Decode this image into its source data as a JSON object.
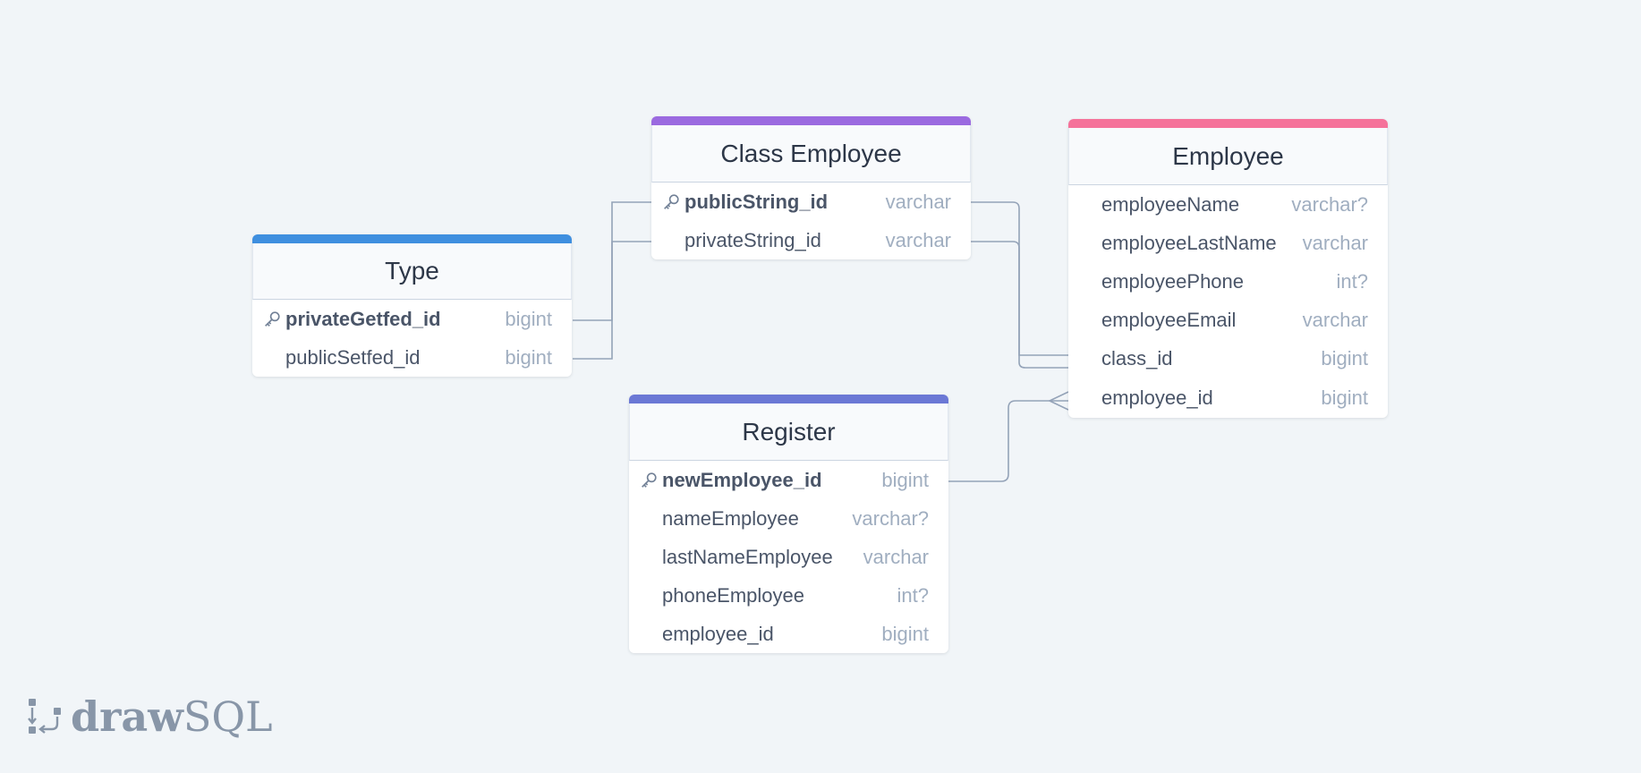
{
  "colors": {
    "background": "#f1f5f8",
    "connector": "#94a3b8",
    "type_accent": "#3f8fdf",
    "class_employee_accent": "#9b6ae0",
    "employee_accent": "#f5729a",
    "register_accent": "#6b78d5"
  },
  "tables": {
    "type": {
      "title": "Type",
      "columns": [
        {
          "name": "privateGetfed_id",
          "type": "bigint",
          "primary": true
        },
        {
          "name": "publicSetfed_id",
          "type": "bigint",
          "primary": false
        }
      ]
    },
    "class_employee": {
      "title": "Class Employee",
      "columns": [
        {
          "name": "publicString_id",
          "type": "varchar",
          "primary": true
        },
        {
          "name": "privateString_id",
          "type": "varchar",
          "primary": false
        }
      ]
    },
    "employee": {
      "title": "Employee",
      "columns": [
        {
          "name": "employeeName",
          "type": "varchar?",
          "primary": false
        },
        {
          "name": "employeeLastName",
          "type": "varchar",
          "primary": false
        },
        {
          "name": "employeePhone",
          "type": "int?",
          "primary": false
        },
        {
          "name": "employeeEmail",
          "type": "varchar",
          "primary": false
        },
        {
          "name": "class_id",
          "type": "bigint",
          "primary": false
        },
        {
          "name": "employee_id",
          "type": "bigint",
          "primary": false
        }
      ]
    },
    "register": {
      "title": "Register",
      "columns": [
        {
          "name": "newEmployee_id",
          "type": "bigint",
          "primary": true
        },
        {
          "name": "nameEmployee",
          "type": "varchar?",
          "primary": false
        },
        {
          "name": "lastNameEmployee",
          "type": "varchar",
          "primary": false
        },
        {
          "name": "phoneEmployee",
          "type": "int?",
          "primary": false
        },
        {
          "name": "employee_id",
          "type": "bigint",
          "primary": false
        }
      ]
    }
  },
  "logo": {
    "part1": "draw",
    "part2": "SQL"
  }
}
